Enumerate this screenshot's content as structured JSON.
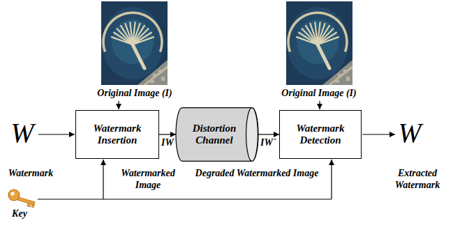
{
  "diagram": {
    "nodes": [
      {
        "text": [
          "Watermark Insertion"
        ]
      },
      {
        "text": [
          "Distortion Channel"
        ]
      },
      {
        "text": [
          "Watermark Detection"
        ]
      }
    ],
    "edges": [
      {
        "from": 0,
        "to": 1,
        "arrow": "to",
        "label": "IW"
      },
      {
        "from": 1,
        "to": 2,
        "arrow": "to",
        "label": "IW`"
      }
    ],
    "labels": [
      "Original Image (I)",
      "Original Image (I)",
      "W",
      "Watermark",
      "Watermarked Image",
      "Degraded Watermarked Image",
      "W",
      "Extracted Watermark",
      "Key"
    ]
  }
}
